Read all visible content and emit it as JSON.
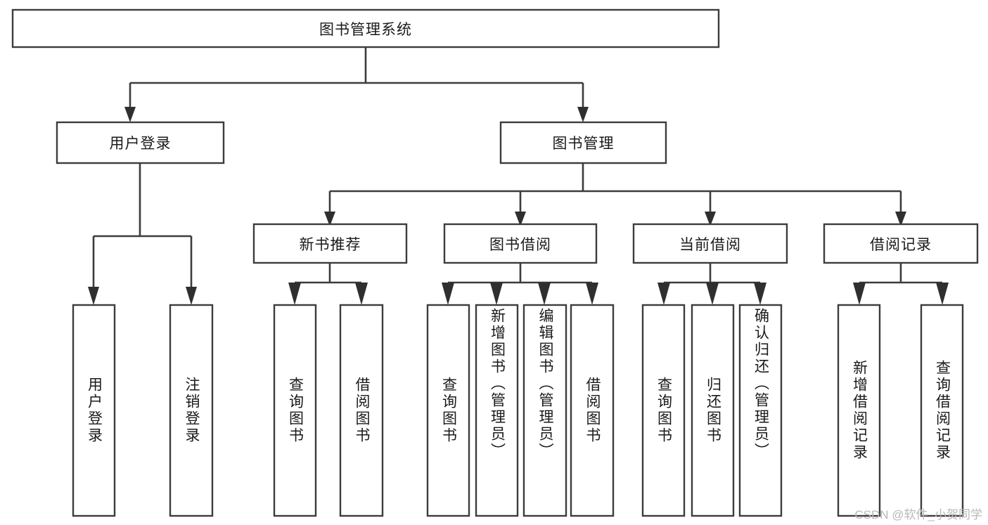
{
  "diagram": {
    "type": "tree-hierarchy",
    "title": "图书管理系统",
    "watermark": "CSDN @软件_小贺同学",
    "colors": {
      "box_stroke": "#3c3c3c",
      "connector": "#3c3c3c",
      "background": "#ffffff",
      "text": "#1a1a1a",
      "watermark": "#b8b8b8"
    },
    "levels": {
      "root": {
        "label": "图书管理系统"
      },
      "level2": [
        {
          "label": "用户登录"
        },
        {
          "label": "图书管理"
        }
      ],
      "level3": [
        {
          "label": "新书推荐"
        },
        {
          "label": "图书借阅"
        },
        {
          "label": "当前借阅"
        },
        {
          "label": "借阅记录"
        }
      ],
      "leaves": {
        "user_login": [
          {
            "label": "用户登录"
          },
          {
            "label": "注销登录"
          }
        ],
        "new_book_recommend": [
          {
            "label": "查询图书"
          },
          {
            "label": "借阅图书"
          }
        ],
        "book_borrow": [
          {
            "label": "查询图书"
          },
          {
            "label": "新增图书（管理员）"
          },
          {
            "label": "编辑图书（管理员）"
          },
          {
            "label": "借阅图书"
          }
        ],
        "current_borrow": [
          {
            "label": "查询图书"
          },
          {
            "label": "归还图书"
          },
          {
            "label": "确认归还（管理员）"
          }
        ],
        "borrow_record": [
          {
            "label": "新增借阅记录"
          },
          {
            "label": "查询借阅记录"
          }
        ]
      }
    }
  }
}
